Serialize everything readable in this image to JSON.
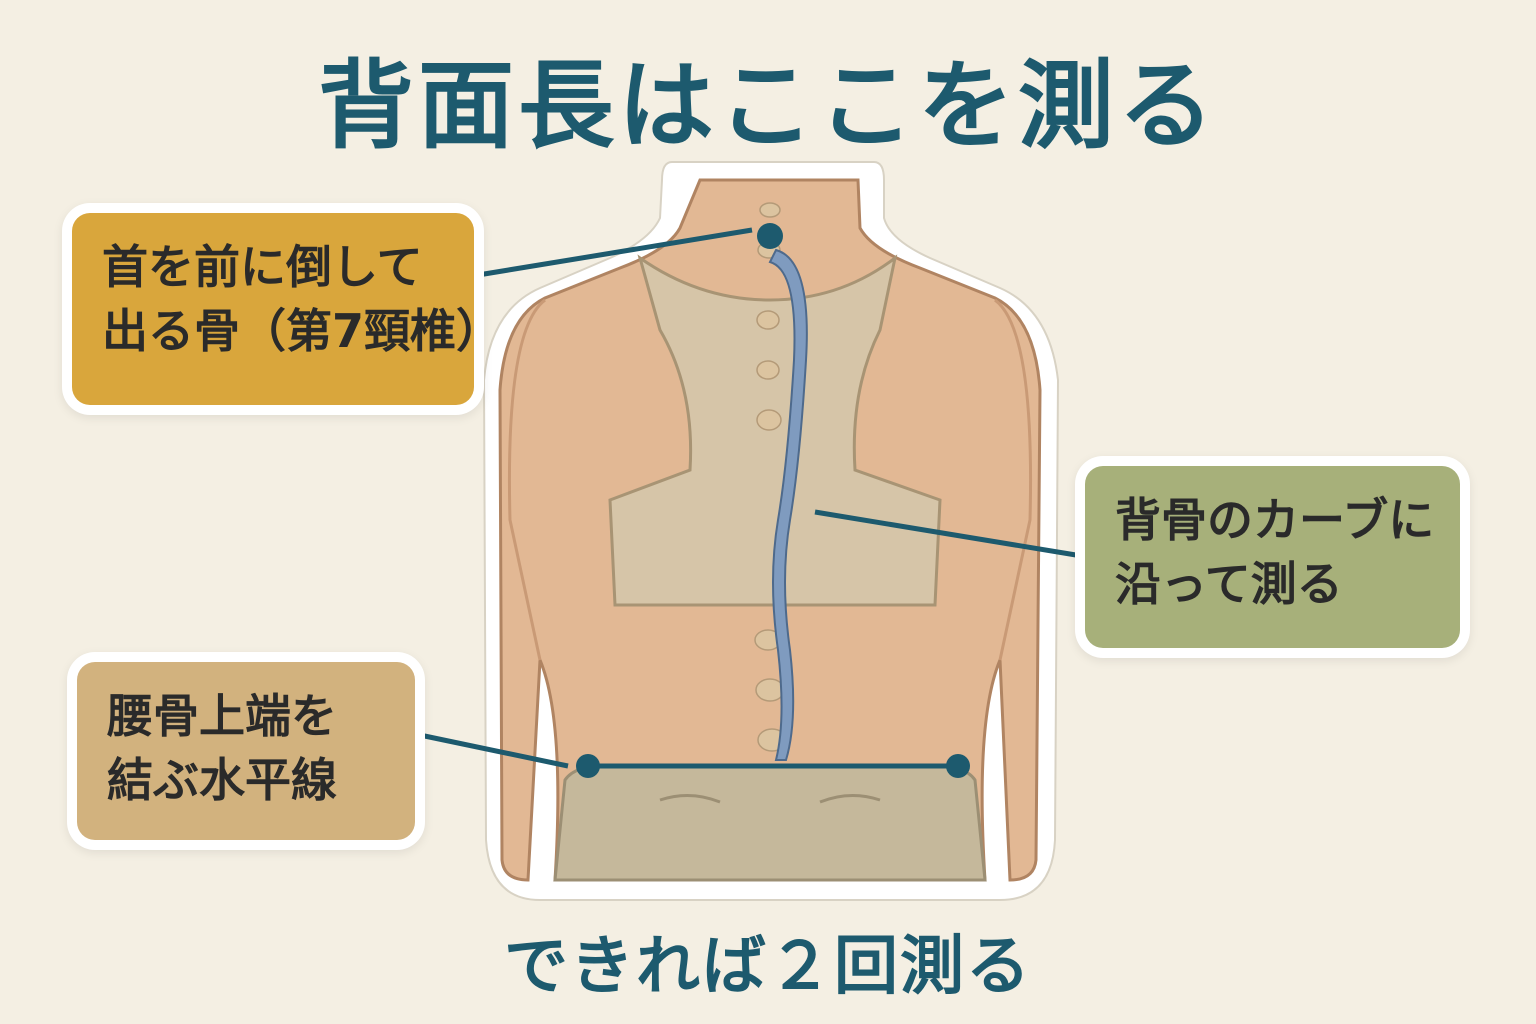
{
  "title": "背面長はここを測る",
  "labels": {
    "neck_line1": "首を前に倒して",
    "neck_line2": "出る骨（第7頸椎）",
    "curve_line1": "背骨のカーブに",
    "curve_line2": "沿って測る",
    "hip_line1": "腰骨上端を",
    "hip_line2": "結ぶ水平線"
  },
  "footer": "できれば２回測る",
  "colors": {
    "accent": "#1d5a6e",
    "skin": "#e2b894",
    "top": "#d6c5a8",
    "tape": "#7f9bbf",
    "label_neck": "#d9a63c",
    "label_curve": "#a7b07a",
    "label_hip": "#d2b27e"
  }
}
